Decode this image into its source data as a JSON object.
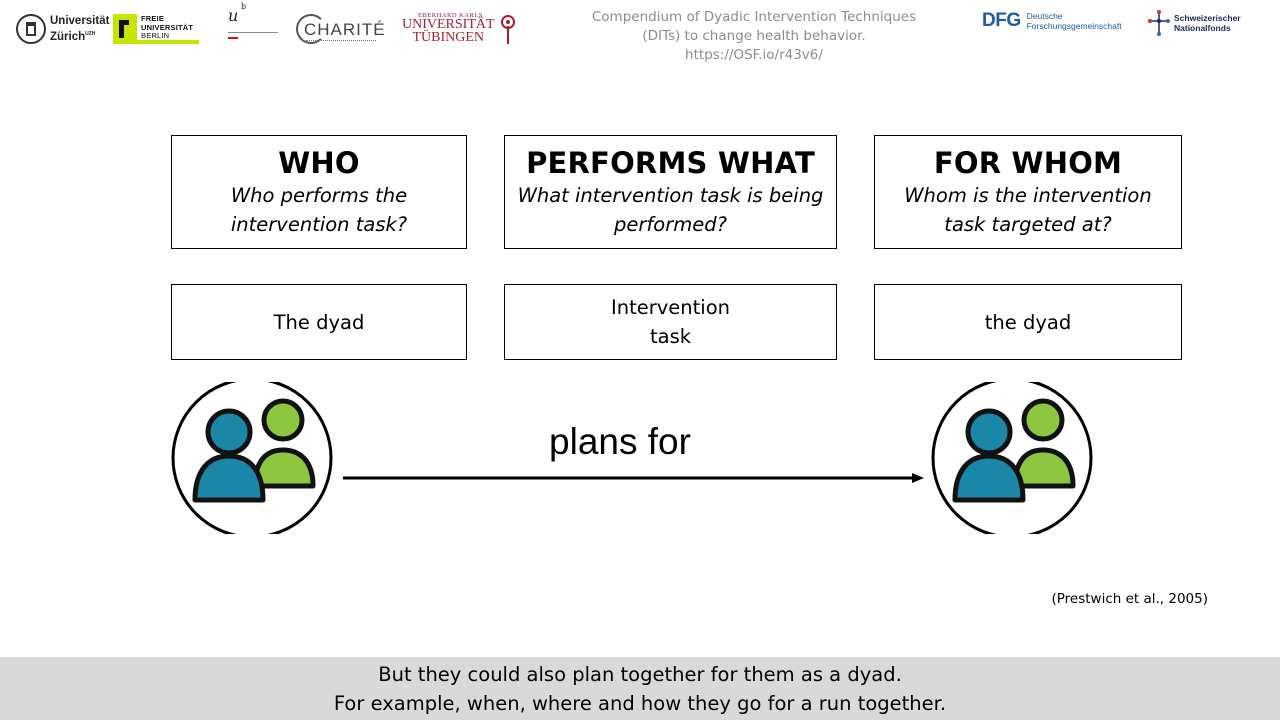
{
  "header": {
    "title_lines": [
      "Compendium  of Dyadic Intervention  Techniques",
      "(DITs) to change health behavior.",
      "https://OSF.io/r43v6/"
    ],
    "logos": {
      "uzh": {
        "line1": "Universität",
        "line2": "Zürich",
        "sup": "UZH"
      },
      "fu": {
        "line1": "FREIE",
        "line2": "UNIVERSITÄT",
        "line3": "BERLIN"
      },
      "unibe": {
        "u": "u",
        "b": "b"
      },
      "charite": {
        "name": "CHARITÉ"
      },
      "tuebingen": {
        "small": "EBERHARD KARLS",
        "line1": "UNIVERSITÄT",
        "line2": "TÜBINGEN"
      },
      "dfg": {
        "mark": "DFG",
        "line1": "Deutsche",
        "line2": "Forschungsgemeinschaft"
      },
      "snf": {
        "line1": "Schweizerischer",
        "line2": "Nationalfonds"
      }
    }
  },
  "columns": [
    {
      "heading": "WHO",
      "question": "Who performs the\nintervention task?",
      "value": "The dyad"
    },
    {
      "heading": "PERFORMS WHAT",
      "question": "What intervention task is being\nperformed?",
      "value": "Intervention\ntask"
    },
    {
      "heading": "FOR WHOM",
      "question": "Whom is the intervention\ntask targeted at?",
      "value": "the dyad"
    }
  ],
  "diagram": {
    "arrow_label": "plans for",
    "left_icon": "dyad-people-icon",
    "right_icon": "dyad-people-icon",
    "colors": {
      "blue_person": "#1a87a8",
      "green_person": "#8dc63f",
      "outline": "#111111"
    }
  },
  "citation": "(Prestwich et al., 2005)",
  "caption": {
    "line1": "But they could also plan together for them as a dyad.",
    "line2": "For example, when, where and how they go for a run together."
  }
}
